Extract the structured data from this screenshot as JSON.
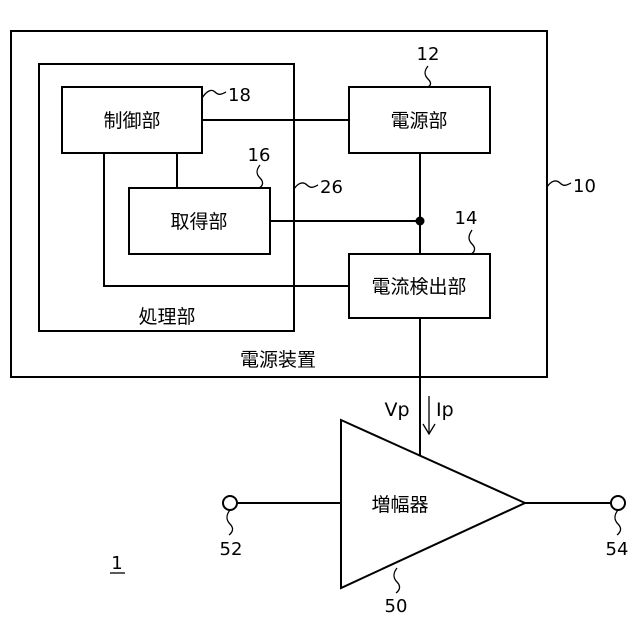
{
  "blocks": {
    "control": "制御部",
    "power_supply": "電源部",
    "acquisition": "取得部",
    "current_detection": "電流検出部",
    "processing": "処理部",
    "power_device": "電源装置",
    "amplifier": "増幅器"
  },
  "signals": {
    "voltage": "Vp",
    "current": "Ip"
  },
  "refs": {
    "r1": "1",
    "r10": "10",
    "r12": "12",
    "r14": "14",
    "r16": "16",
    "r18": "18",
    "r26": "26",
    "r50": "50",
    "r52": "52",
    "r54": "54"
  }
}
